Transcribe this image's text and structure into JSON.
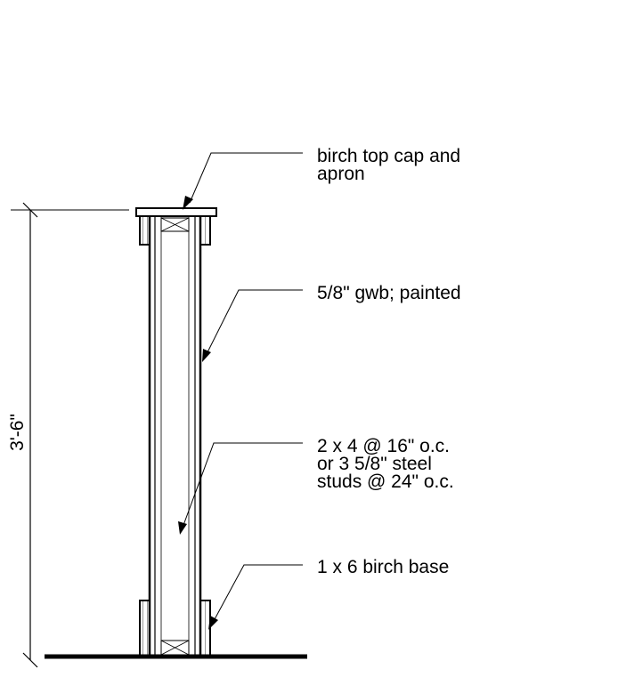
{
  "annotations": {
    "top_cap": [
      "birch top cap and",
      "apron"
    ],
    "gwb": [
      "5/8\" gwb; painted"
    ],
    "studs": [
      "2 x 4 @ 16\" o.c.",
      "or 3 5/8\" steel",
      "studs @ 24\" o.c."
    ],
    "base": [
      "1 x 6 birch base"
    ]
  },
  "dimension": {
    "height_label": "3'-6\""
  }
}
